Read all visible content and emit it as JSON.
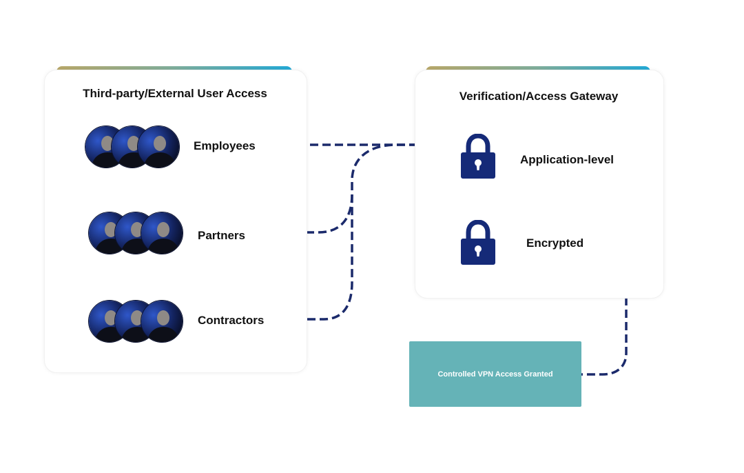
{
  "colors": {
    "accent_gradient_start": "#b9a86a",
    "accent_gradient_mid": "#7fae9c",
    "accent_gradient_end": "#23a9d6",
    "connector": "#1b2a6b",
    "connector_faded": "#8d94b5",
    "lock": "#152a78",
    "vpn_box": "#65b3b7"
  },
  "left_panel": {
    "title": "Third-party/External User Access",
    "groups": [
      {
        "label": "Employees",
        "icon": "people-avatars-icon"
      },
      {
        "label": "Partners",
        "icon": "people-avatars-icon"
      },
      {
        "label": "Contractors",
        "icon": "people-avatars-icon"
      }
    ]
  },
  "right_panel": {
    "title": "Verification/Access Gateway",
    "items": [
      {
        "label": "Application-level",
        "icon": "lock-icon"
      },
      {
        "label": "Encrypted",
        "icon": "lock-icon"
      }
    ]
  },
  "result": {
    "label": "Controlled VPN Access Granted"
  }
}
